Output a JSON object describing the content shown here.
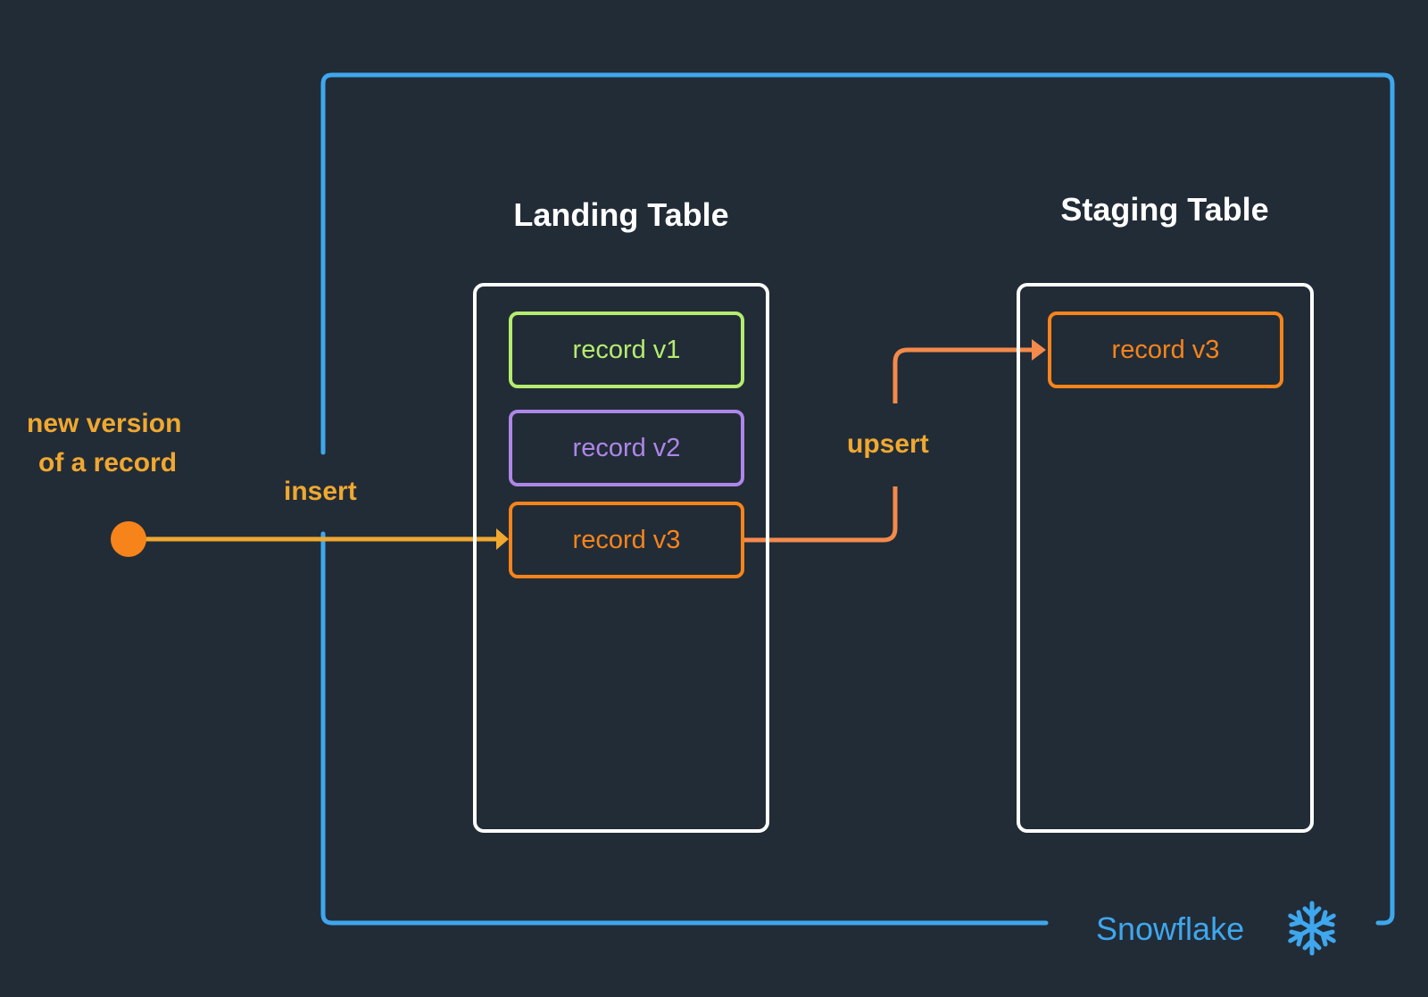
{
  "source": {
    "label_line1": "new version",
    "label_line2": "of a record"
  },
  "flows": {
    "insert_label": "insert",
    "upsert_label": "upsert"
  },
  "landing_table": {
    "title": "Landing Table",
    "records": [
      {
        "label": "record v1",
        "color": "#b5ec6e"
      },
      {
        "label": "record v2",
        "color": "#ae86e8"
      },
      {
        "label": "record v3",
        "color": "#f7841a"
      }
    ]
  },
  "staging_table": {
    "title": "Staging Table",
    "records": [
      {
        "label": "record v3",
        "color": "#f7841a"
      }
    ]
  },
  "platform": {
    "label": "Snowflake",
    "icon": "snowflake-icon",
    "color": "#3ea7ee"
  },
  "colors": {
    "background": "#222c37",
    "insert_line": "#f0a830",
    "upsert_line": "#f48a4b",
    "table_border": "#ffffff"
  }
}
